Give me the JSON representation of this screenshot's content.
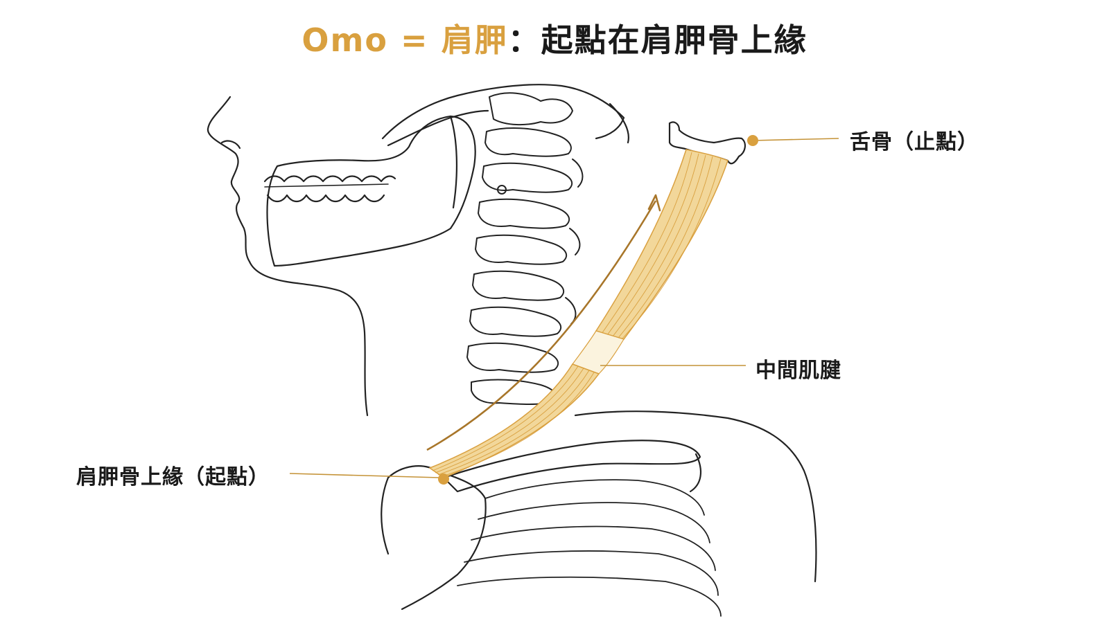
{
  "title": {
    "part1": "Omo = 肩胛",
    "separator": "：",
    "part2": "起點在肩胛骨上緣"
  },
  "labels": {
    "hyoid": "舌骨（止點）",
    "tendon": "中間肌腱",
    "scapula": "肩胛骨上緣（起點）"
  },
  "colors": {
    "accent": "#d9a03f",
    "muscle": "#f2d79a",
    "line": "#222222",
    "text": "#1a1a1a"
  }
}
